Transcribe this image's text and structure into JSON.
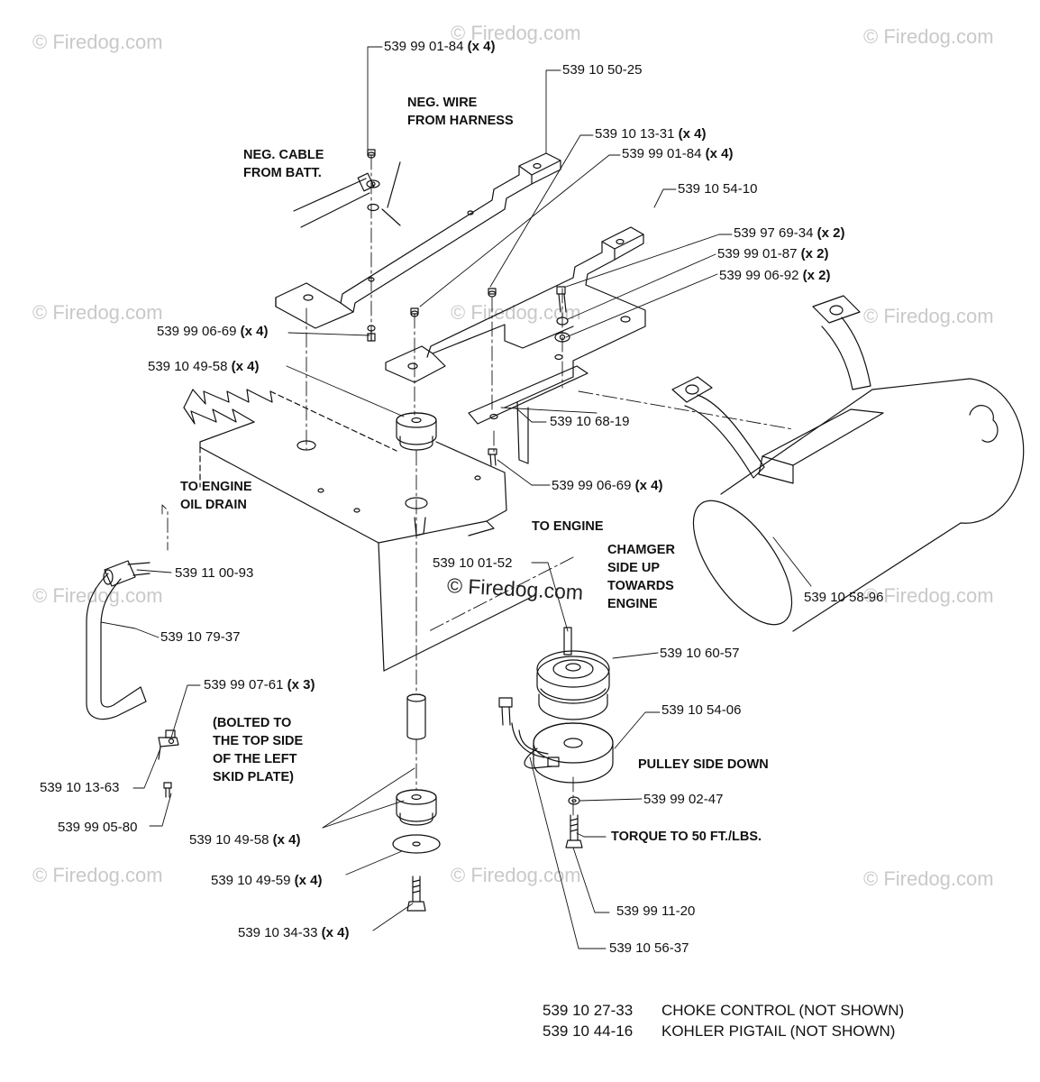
{
  "watermark": "© Firedog.com",
  "callouts": {
    "c01": {
      "part": "539 99 01-84",
      "qty": "(x 4)"
    },
    "c02": {
      "part": "539 10 50-25",
      "qty": ""
    },
    "c03": {
      "part": "539 10 13-31",
      "qty": "(x 4)"
    },
    "c04": {
      "part": "539 99 01-84",
      "qty": "(x 4)"
    },
    "c05": {
      "part": "539 10 54-10",
      "qty": ""
    },
    "c06": {
      "part": "539 97 69-34",
      "qty": "(x 2)"
    },
    "c07": {
      "part": "539 99 01-87",
      "qty": "(x 2)"
    },
    "c08": {
      "part": "539 99 06-92",
      "qty": "(x 2)"
    },
    "c09": {
      "part": "539 99 06-69",
      "qty": "(x 4)"
    },
    "c10": {
      "part": "539 10 49-58",
      "qty": "(x 4)"
    },
    "c11": {
      "part": "539 10 68-19",
      "qty": ""
    },
    "c12": {
      "part": "539 99 06-69",
      "qty": "(x 4)"
    },
    "c13": {
      "part": "539 11 00-93",
      "qty": ""
    },
    "c14": {
      "part": "539 10 79-37",
      "qty": ""
    },
    "c15": {
      "part": "539 10 01-52",
      "qty": ""
    },
    "c16": {
      "part": "539 10 58-96",
      "qty": ""
    },
    "c17": {
      "part": "539 10 60-57",
      "qty": ""
    },
    "c18": {
      "part": "539 10 54-06",
      "qty": ""
    },
    "c19": {
      "part": "539 99 07-61",
      "qty": "(x 3)"
    },
    "c20": {
      "part": "539 10 13-63",
      "qty": ""
    },
    "c21": {
      "part": "539 99 05-80",
      "qty": ""
    },
    "c22": {
      "part": "539 99 02-47",
      "qty": ""
    },
    "c23": {
      "part": "539 10 49-58",
      "qty": "(x 4)"
    },
    "c24": {
      "part": "539 10 49-59",
      "qty": "(x 4)"
    },
    "c25": {
      "part": "539 10 34-33",
      "qty": "(x 4)"
    },
    "c26": {
      "part": "539 99 11-20",
      "qty": ""
    },
    "c27": {
      "part": "539 10 56-37",
      "qty": ""
    }
  },
  "notes": {
    "neg_wire_1": "NEG. WIRE",
    "neg_wire_2": "FROM HARNESS",
    "neg_cable_1": "NEG. CABLE",
    "neg_cable_2": "FROM BATT.",
    "oil_drain_1": "TO ENGINE",
    "oil_drain_2": "OIL DRAIN",
    "to_engine": "TO ENGINE",
    "chamfer_1": "CHAMGER",
    "chamfer_2": "SIDE UP",
    "chamfer_3": "TOWARDS",
    "chamfer_4": "ENGINE",
    "bolted_1": "(BOLTED TO",
    "bolted_2": "THE TOP SIDE",
    "bolted_3": "OF THE LEFT",
    "bolted_4": "SKID PLATE)",
    "pulley_side": "PULLEY SIDE DOWN",
    "torque": "TORQUE TO 50 FT./LBS."
  },
  "footer": [
    {
      "part": "539 10 27-33",
      "desc": "CHOKE CONTROL (NOT SHOWN)"
    },
    {
      "part": "539 10 44-16",
      "desc": "KOHLER PIGTAIL (NOT SHOWN)"
    }
  ]
}
